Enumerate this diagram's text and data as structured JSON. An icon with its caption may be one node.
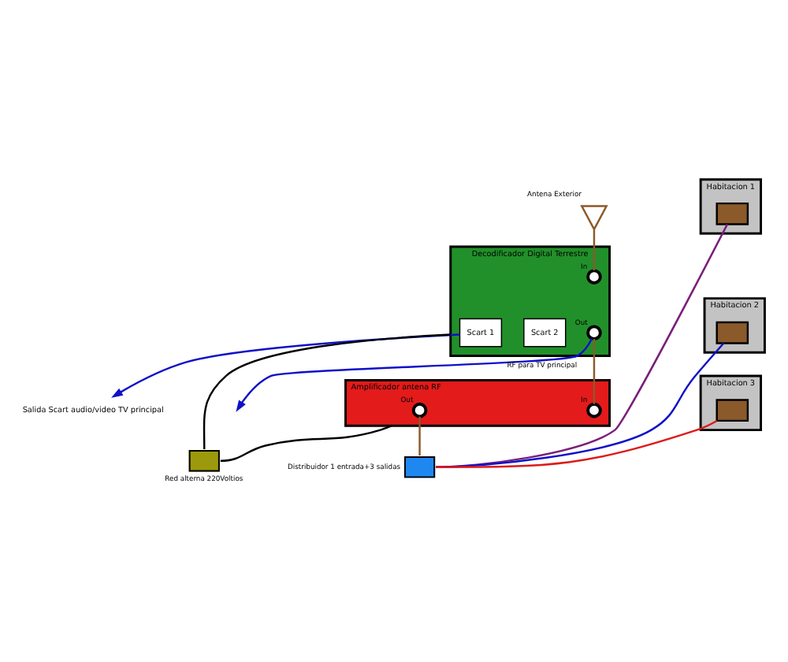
{
  "diagram": {
    "nodes": [
      {
        "text": [],
        "shape": "picture",
        "beside": [
          "Antena Exterior"
        ]
      },
      {
        "text": [
          "Decodificador Digital Terrestre"
        ]
      },
      {
        "text": [
          "Scart 1"
        ],
        "in": 1
      },
      {
        "text": [
          "Scart 2"
        ],
        "in": 1
      },
      {
        "text": [],
        "shape": "circle",
        "beside": [
          "In"
        ],
        "in": 1
      },
      {
        "text": [],
        "shape": "circle",
        "beside": [
          "Out"
        ],
        "in": 1
      },
      {
        "text": [
          "Salida Scart audio/video TV principal"
        ]
      },
      {
        "text": [
          "Amplificador antena RF"
        ]
      },
      {
        "text": [],
        "shape": "circle",
        "beside": [
          "Out"
        ],
        "in": 7
      },
      {
        "text": [],
        "shape": "circle",
        "beside": [
          "In"
        ],
        "in": 7
      },
      {
        "text": [],
        "shape": "box",
        "beside": [
          "Red alterna 220Voltios"
        ]
      },
      {
        "text": [],
        "shape": "box",
        "beside": [
          "Distribuidor 1 entrada+3 salidas"
        ]
      },
      {
        "text": [
          "Habitacion 1"
        ]
      },
      {
        "text": [],
        "shape": "box",
        "in": 12
      },
      {
        "text": [
          "Habitacion 2"
        ]
      },
      {
        "text": [],
        "shape": "box",
        "in": 14
      },
      {
        "text": [
          "Habitacion 3"
        ]
      },
      {
        "text": [],
        "shape": "box",
        "in": 16
      }
    ],
    "edges": [
      {
        "from": 0,
        "to": 4,
        "arrow": "none",
        "color": "#8b5a2b"
      },
      {
        "from": 2,
        "to": 6,
        "arrow": "to",
        "color": "#1010c8"
      },
      {
        "from": 5,
        "to": 9,
        "arrow": "none",
        "color": "#8b5a2b"
      },
      {
        "from": 5,
        "to": null,
        "arrow": "to",
        "label": "RF para TV principal",
        "color": "#1010c8"
      },
      {
        "from": 1,
        "to": 10,
        "arrow": "none",
        "color": "#000000"
      },
      {
        "from": 7,
        "to": 10,
        "arrow": "none",
        "color": "#000000"
      },
      {
        "from": 8,
        "to": 11,
        "arrow": "none",
        "color": "#8b5a2b"
      },
      {
        "from": 11,
        "to": 13,
        "arrow": "none",
        "color": "#7a1f7a"
      },
      {
        "from": 11,
        "to": 15,
        "arrow": "none",
        "color": "#1010c8"
      },
      {
        "from": 11,
        "to": 17,
        "arrow": "none",
        "color": "#dd1a1a"
      }
    ]
  }
}
